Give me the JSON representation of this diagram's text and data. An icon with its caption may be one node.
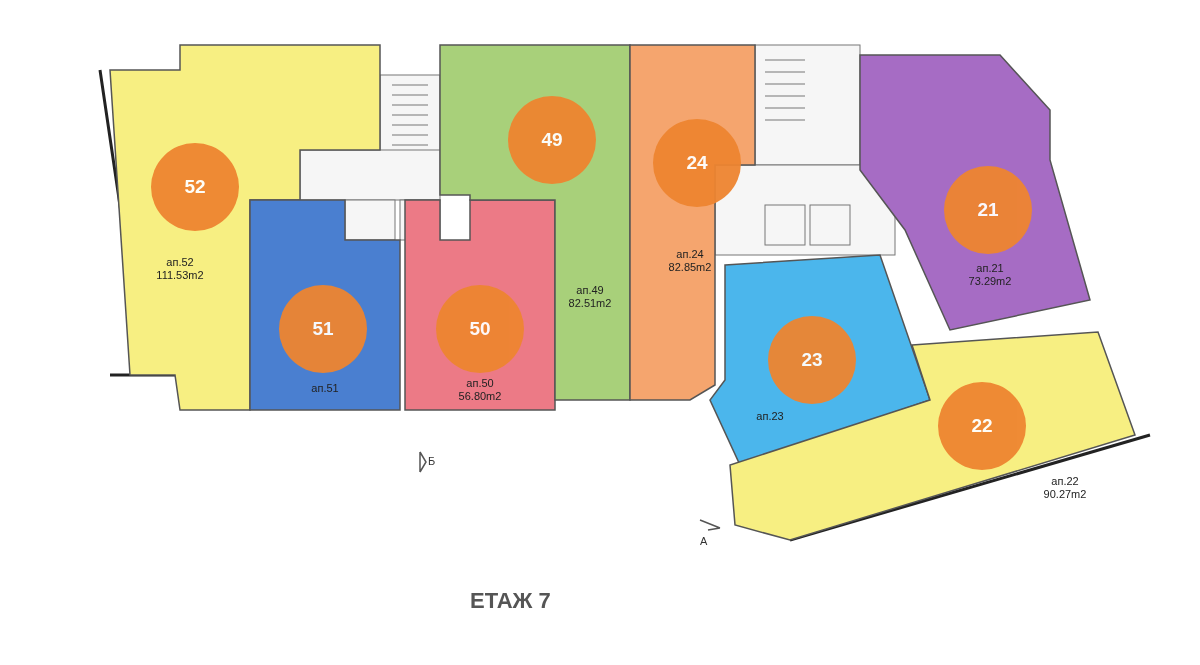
{
  "diagram": {
    "title": "ЕТАЖ 7",
    "nodes": [
      {
        "text": [
          "ап.52 111.53m2"
        ]
      },
      {
        "text": [
          "ап.51"
        ]
      },
      {
        "text": [
          "ап.50 56.80m2"
        ]
      },
      {
        "text": [
          "ап.49 82.51m2"
        ]
      },
      {
        "text": [
          "ап.24 82.85m2"
        ]
      },
      {
        "text": [
          "ап.21 73.29m2"
        ]
      },
      {
        "text": [
          "ап.23"
        ]
      },
      {
        "text": [
          "ап.22 90.27m2"
        ]
      },
      {
        "text": [
          "52"
        ],
        "in": 0
      },
      {
        "text": [
          "51"
        ],
        "in": 1
      },
      {
        "text": [
          "50"
        ],
        "in": 2
      },
      {
        "text": [
          "49"
        ],
        "in": 3
      },
      {
        "text": [
          "24"
        ],
        "in": 4
      },
      {
        "text": [
          "21"
        ],
        "in": 5
      },
      {
        "text": [
          "23"
        ],
        "in": 6
      },
      {
        "text": [
          "22"
        ],
        "in": 7
      }
    ],
    "labels": [
      "Б",
      "А"
    ]
  }
}
